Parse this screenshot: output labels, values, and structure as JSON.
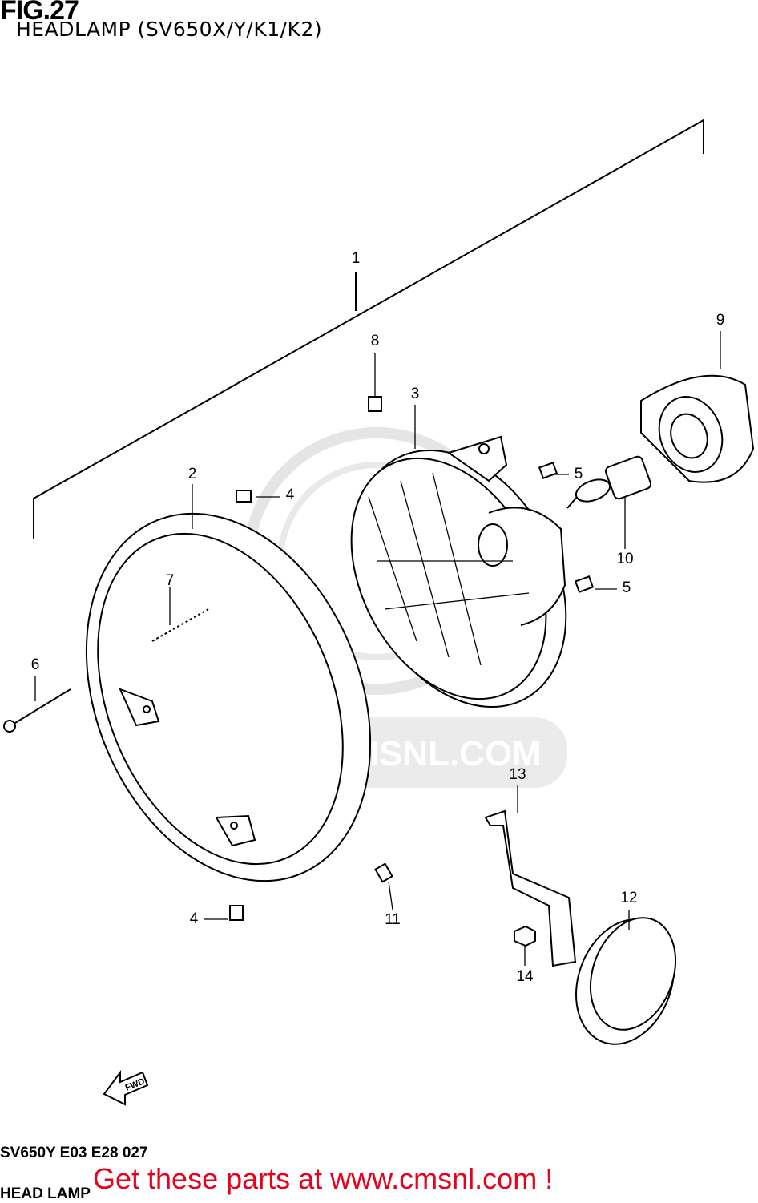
{
  "figure": {
    "number": "FIG.27",
    "title": "HEADLAMP (SV650X/Y/K1/K2)"
  },
  "callouts": [
    "1",
    "2",
    "3",
    "4",
    "5",
    "6",
    "7",
    "8",
    "9",
    "10",
    "11",
    "12",
    "13",
    "14"
  ],
  "callout_extra": {
    "four_b": "4",
    "five_b": "5"
  },
  "watermark": {
    "text": "WWW.CMSNL.COM",
    "color": "#dcdcdc"
  },
  "orientation": {
    "label": "FWD"
  },
  "drawing_code": "SV650Y E03 E28 027",
  "drawing_name": "HEAD LAMP",
  "promo": {
    "text": "Get these parts at www.cmsnl.com !",
    "color": "#e8001c"
  }
}
